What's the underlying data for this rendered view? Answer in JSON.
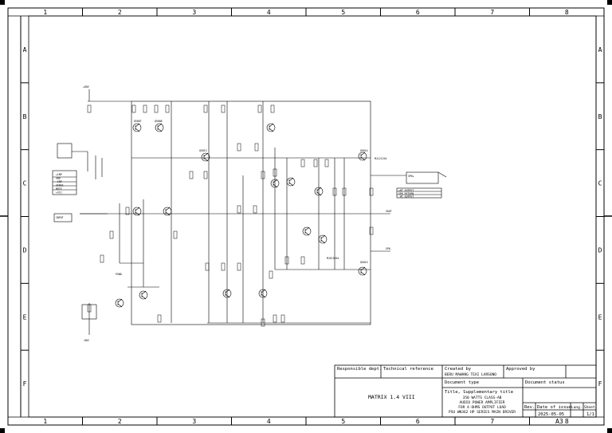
{
  "frame": {
    "columns": [
      "1",
      "2",
      "3",
      "4",
      "5",
      "6",
      "7",
      "8"
    ],
    "rows": [
      "A",
      "B",
      "C",
      "D",
      "E",
      "F"
    ]
  },
  "title_block": {
    "responsible_dept_label": "Responsible dept.",
    "technical_reference_label": "Technical reference",
    "created_by_label": "Created by",
    "created_by_value": "BERU MAWANG TEXI LARSONO",
    "approved_by_label": "Approved by",
    "document_type_label": "Document type",
    "document_status_label": "Document status",
    "project_name": "MATRIX 1.4 VIII",
    "title_label": "Title, Supplementary title",
    "title_lines": [
      "350 WATTS CLASS-AB",
      "AUDIO POWER AMPLIFIER",
      "FOR 4-OHMS OUTPUT LOAD",
      "PSU WN362 HP SERIES MAIN DRIVER"
    ],
    "rev_label": "Rev.",
    "date_label": "Date of issue",
    "date_value": "2025-05-05",
    "lang_label": "Lang.",
    "sheet_label": "Sheet",
    "sheet_value": "1/1",
    "sheet_size": "A3"
  },
  "schematic": {
    "rail_pos": "+80V",
    "rail_neg": "-80V",
    "gnd": "PGND",
    "nets": {
      "spk_pos": "SPK+",
      "spk_neg": "SPK-",
      "vout": "VOUT",
      "input": "INPUT"
    },
    "top_transistors": [
      "Q5007",
      "Q5008",
      "Q5013"
    ],
    "output_transistors": [
      "Q5014",
      "Q5015"
    ],
    "driver_label": "MJE15034",
    "output_label": "MJL21194",
    "table_left": [
      "+INP",
      "GND",
      "-INP",
      "SENSE",
      "MUTE",
      "+VCC"
    ],
    "table_right": [
      "+HT OUTPUT",
      "SPK RETURN",
      "-HT OUTPUT"
    ]
  }
}
